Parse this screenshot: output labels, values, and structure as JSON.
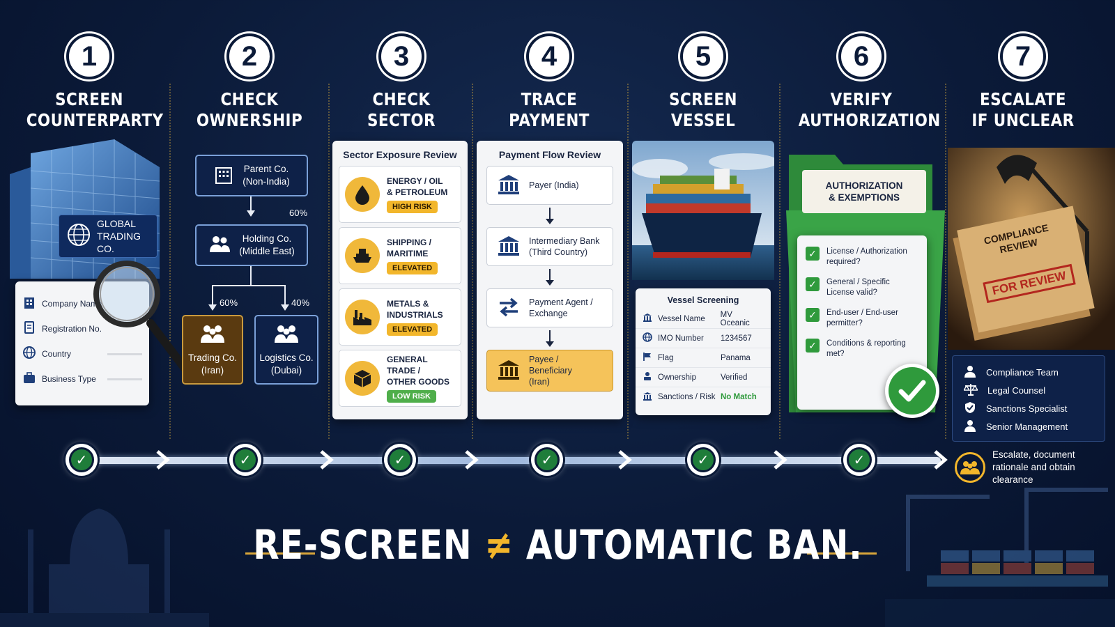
{
  "steps": [
    {
      "number": "1",
      "line1": "SCREEN",
      "line2": "COUNTERPARTY"
    },
    {
      "number": "2",
      "line1": "CHECK",
      "line2": "OWNERSHIP"
    },
    {
      "number": "3",
      "line1": "CHECK",
      "line2": "SECTOR"
    },
    {
      "number": "4",
      "line1": "TRACE",
      "line2": "PAYMENT"
    },
    {
      "number": "5",
      "line1": "SCREEN",
      "line2": "VESSEL"
    },
    {
      "number": "6",
      "line1": "VERIFY",
      "line2": "AUTHORIZATION"
    },
    {
      "number": "7",
      "line1": "ESCALATE",
      "line2": "IF UNCLEAR"
    }
  ],
  "counterparty": {
    "sign_line1": "GLOBAL",
    "sign_line2": "TRADING CO.",
    "fields": [
      "Company Name",
      "Registration No.",
      "Country",
      "Business Type"
    ]
  },
  "ownership": {
    "parent_line1": "Parent Co.",
    "parent_line2": "(Non-India)",
    "pct_parent": "60%",
    "holding_line1": "Holding Co.",
    "holding_line2": "(Middle East)",
    "pct_left": "60%",
    "pct_right": "40%",
    "trading_line1": "Trading Co.",
    "trading_line2": "(Iran)",
    "logistics_line1": "Logistics Co.",
    "logistics_line2": "(Dubai)"
  },
  "sector": {
    "title": "Sector Exposure Review",
    "items": [
      {
        "line1": "ENERGY / OIL",
        "line2": "& PETROLEUM",
        "badge": "HIGH RISK",
        "icon": "oil-drop-icon"
      },
      {
        "line1": "SHIPPING /",
        "line2": "MARITIME",
        "badge": "ELEVATED",
        "icon": "ship-icon"
      },
      {
        "line1": "METALS &",
        "line2": "INDUSTRIALS",
        "badge": "ELEVATED",
        "icon": "factory-icon"
      },
      {
        "line1": "GENERAL TRADE /",
        "line2": "OTHER GOODS",
        "badge": "LOW RISK",
        "icon": "box-icon"
      }
    ]
  },
  "payment": {
    "title": "Payment Flow Review",
    "payer": "Payer (India)",
    "intermediary_line1": "Intermediary Bank",
    "intermediary_line2": "(Third Country)",
    "agent_line1": "Payment Agent /",
    "agent_line2": "Exchange",
    "payee_line1": "Payee / Beneficiary",
    "payee_line2": "(Iran)"
  },
  "vessel": {
    "title": "Vessel Screening",
    "rows": [
      {
        "key": "Vessel Name",
        "value": "MV Oceanic"
      },
      {
        "key": "IMO Number",
        "value": "1234567"
      },
      {
        "key": "Flag",
        "value": "Panama"
      },
      {
        "key": "Ownership",
        "value": "Verified"
      },
      {
        "key": "Sanctions / Risk",
        "value": "No Match"
      }
    ]
  },
  "authorization": {
    "folder_line1": "AUTHORIZATION",
    "folder_line2": "& EXEMPTIONS",
    "checks": [
      {
        "line1": "License / Authorization",
        "line2": "required?"
      },
      {
        "line1": "General / Specific",
        "line2": "License valid?"
      },
      {
        "line1": "End-user / End-user",
        "line2": "permitter?"
      },
      {
        "line1": "Conditions & reporting",
        "line2": "met?"
      }
    ]
  },
  "escalate": {
    "folder_line1": "COMPLIANCE",
    "folder_line2": "REVIEW",
    "stamp": "FOR REVIEW",
    "contacts": [
      "Compliance Team",
      "Legal Counsel",
      "Sanctions Specialist",
      "Senior Management"
    ],
    "action_line1": "Escalate, document",
    "action_line2": "rationale and obtain",
    "action_line3": "clearance"
  },
  "tagline": {
    "left": "RE-SCREEN",
    "symbol": "≠",
    "right": "AUTOMATIC BAN."
  },
  "colors": {
    "background": "#0b1a38",
    "accent": "#f2b62b",
    "success": "#2f9a3c",
    "low_risk": "#4fae4a"
  }
}
